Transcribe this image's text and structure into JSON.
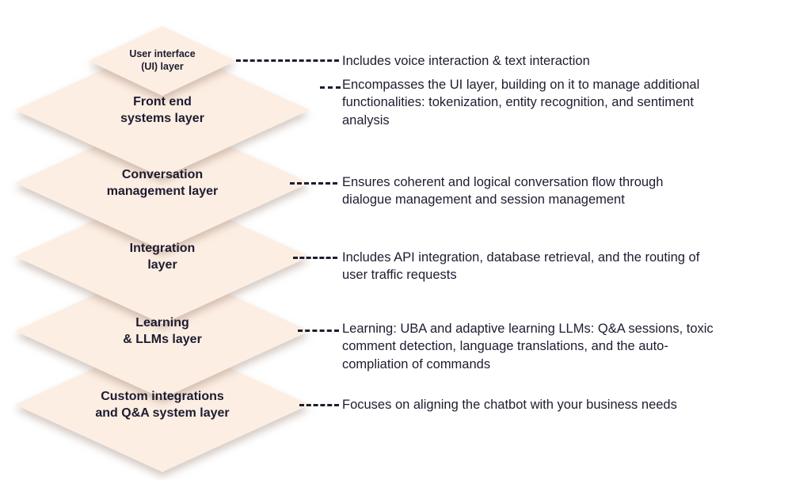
{
  "colors": {
    "diamond_fill": "#fdeee3",
    "text_dark": "#1d1d30",
    "background": "#ffffff"
  },
  "layers": [
    {
      "label": "User interface\n(UI) layer",
      "description": "Includes voice interaction & text interaction"
    },
    {
      "label": "Front end\nsystems layer",
      "description": "Encompasses the UI layer, building on it to manage additional\nfunctionalities: tokenization, entity recognition, and sentiment\nanalysis"
    },
    {
      "label": "Conversation\nmanagement layer",
      "description": "Ensures coherent and logical conversation flow through\ndialogue management and session management"
    },
    {
      "label": "Integration\nlayer",
      "description": "Includes API integration, database retrieval, and the routing of\nuser traffic requests"
    },
    {
      "label": "Learning\n& LLMs layer",
      "description": "Learning: UBA and adaptive learning LLMs: Q&A sessions, toxic\ncomment detection, language translations, and the auto-\ncompliation of commands"
    },
    {
      "label": "Custom integrations\nand Q&A system layer",
      "description": "Focuses on aligning the chatbot with your business needs"
    }
  ]
}
